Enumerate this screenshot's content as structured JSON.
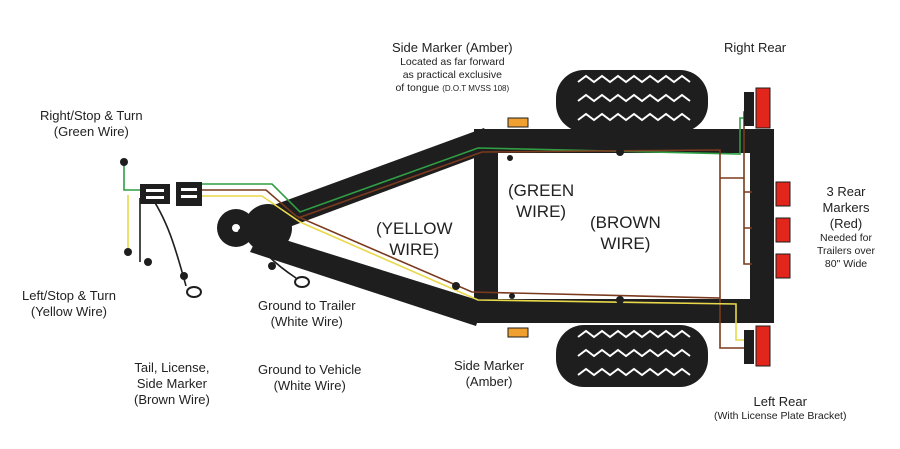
{
  "labels": {
    "right_stop_turn": [
      "Right/Stop & Turn",
      "(Green Wire)"
    ],
    "left_stop_turn": [
      "Left/Stop & Turn",
      "(Yellow Wire)"
    ],
    "tail_license": [
      "Tail, License,",
      "Side Marker",
      "(Brown Wire)"
    ],
    "ground_trailer": [
      "Ground to Trailer",
      "(White Wire)"
    ],
    "ground_vehicle": [
      "Ground to Vehicle",
      "(White Wire)"
    ],
    "side_marker_top": {
      "title": "Side Marker (Amber)",
      "lines": [
        "Located as far forward",
        "as practical exclusive",
        "of tongue"
      ],
      "reference": "(D.O.T MVSS 108)"
    },
    "side_marker_bottom": [
      "Side Marker",
      "(Amber)"
    ],
    "right_rear": "Right Rear",
    "left_rear": "Left Rear",
    "left_rear_note": "(With License Plate Bracket)",
    "rear_markers": [
      "3 Rear",
      "Markers",
      "(Red)"
    ],
    "rear_markers_note": [
      "Needed for",
      "Trailers over",
      "80\" Wide"
    ],
    "yellow_wire": [
      "(YELLOW",
      "WIRE)"
    ],
    "green_wire": [
      "(GREEN",
      "WIRE)"
    ],
    "brown_wire": [
      "(BROWN",
      "WIRE)"
    ]
  },
  "colors": {
    "frame": "#1e1e1e",
    "wire_green": "#2f9e44",
    "wire_yellow": "#e8d84a",
    "wire_brown": "#7a3a1e",
    "marker_amber": "#f0a030",
    "marker_red": "#e2261b"
  }
}
